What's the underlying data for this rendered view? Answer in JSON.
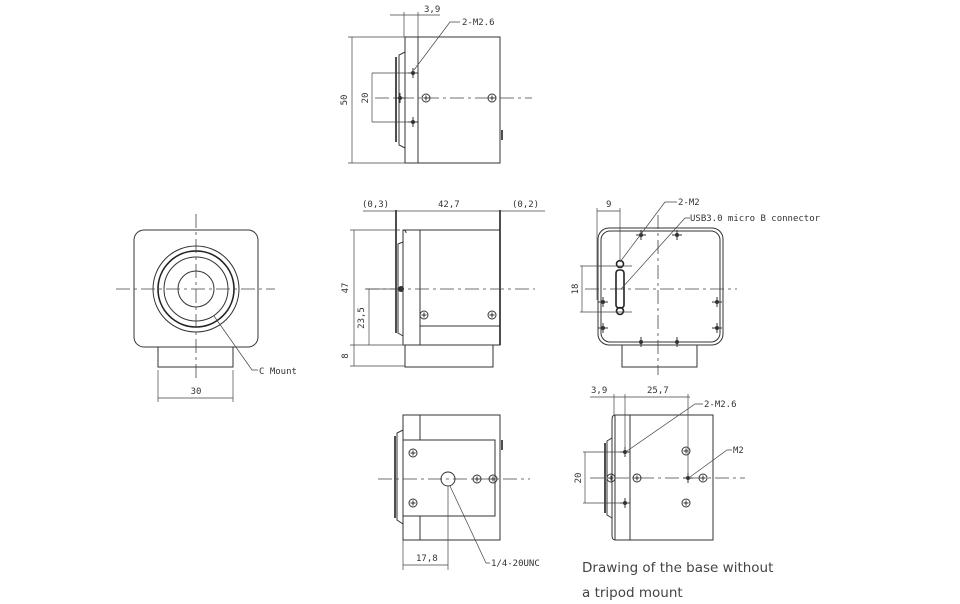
{
  "top_view": {
    "dim_flange": "3,9",
    "screw_label": "2-M2.6",
    "dim_height": "50",
    "dim_screw_spacing": "20"
  },
  "side_view": {
    "dim_front": "(0,3)",
    "dim_length": "42,7",
    "dim_rear": "(0,2)",
    "dim_height": "47",
    "dim_center": "23,5",
    "dim_base": "8"
  },
  "front_view": {
    "mount_label": "C Mount",
    "dim_base_width": "30"
  },
  "back_view": {
    "dim_offset": "9",
    "screw_label": "2-M2",
    "connector_label": "USB3.0 micro B connector",
    "dim_spacing": "18"
  },
  "bottom_view": {
    "dim_tripod": "17,8",
    "tripod_label": "1/4-20UNC"
  },
  "base_view": {
    "dim_flange": "3,9",
    "dim_screw": "25,7",
    "screw_label": "2-M2.6",
    "m2_label": "M2",
    "dim_spacing": "20"
  },
  "caption": {
    "line1": "Drawing of the base without",
    "line2": "a tripod mount"
  }
}
